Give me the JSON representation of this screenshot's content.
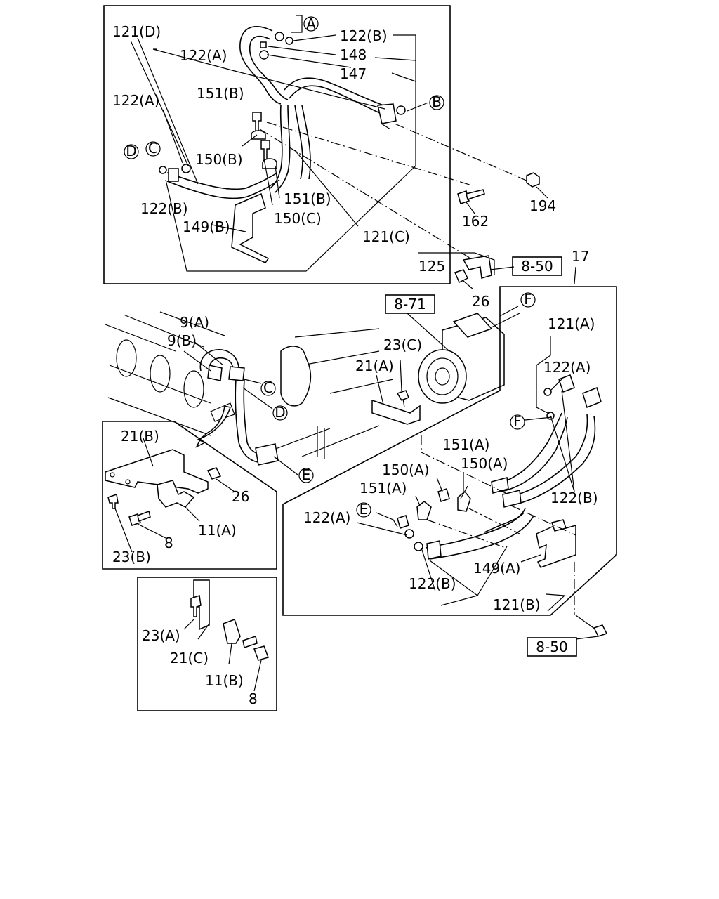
{
  "callouts": {
    "A": "A",
    "B": "B",
    "C": "C",
    "D": "D",
    "E": "E",
    "F": "F"
  },
  "page_refs": {
    "ref_8_50_top": "8-50",
    "ref_8_71": "8-71",
    "ref_8_50_bottom": "8-50"
  },
  "labels": {
    "p121D": "121(D)",
    "p122A_1": "122(A)",
    "p122B_1": "122(B)",
    "p148": "148",
    "p147": "147",
    "p122A_2": "122(A)",
    "p151B_1": "151(B)",
    "p150B": "150(B)",
    "p122B_2": "122(B)",
    "p149B": "149(B)",
    "p151B_2": "151(B)",
    "p150C": "150(C)",
    "p121C": "121(C)",
    "p162": "162",
    "p194": "194",
    "p125": "125",
    "p26_top": "26",
    "p17": "17",
    "p9A": "9(A)",
    "p9B": "9(B)",
    "p23C": "23(C)",
    "p21A": "21(A)",
    "p121A": "121(A)",
    "p122A_3": "122(A)",
    "p151A_1": "151(A)",
    "p150A_1": "150(A)",
    "p150A_2": "150(A)",
    "p151A_2": "151(A)",
    "p122B_3": "122(B)",
    "p122A_4": "122(A)",
    "p122B_4": "122(B)",
    "p149A": "149(A)",
    "p121B": "121(B)",
    "p21B": "21(B)",
    "p26_left": "26",
    "p11A": "11(A)",
    "p8_left": "8",
    "p23B": "23(B)",
    "p23A": "23(A)",
    "p21C": "21(C)",
    "p11B": "11(B)",
    "p8_bottom": "8"
  }
}
